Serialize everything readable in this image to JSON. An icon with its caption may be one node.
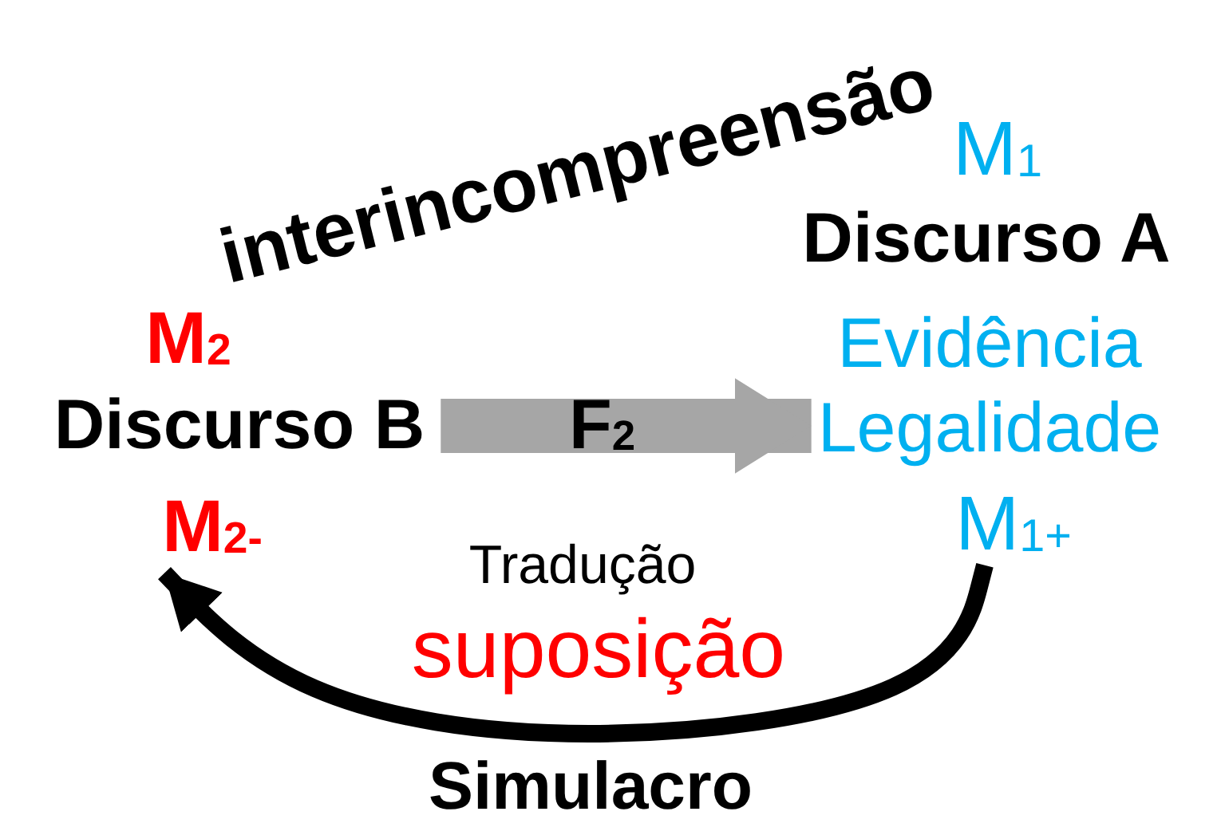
{
  "diagram": {
    "nodes": [
      {
        "text": [
          "M$_{1}$"
        ]
      },
      {
        "text": [
          "Discurso A"
        ]
      },
      {
        "text": [
          "Evidência",
          "Legalidade"
        ]
      },
      {
        "text": [
          "M$_{1+}$"
        ]
      },
      {
        "text": [
          "M$_{2}$"
        ]
      },
      {
        "text": [
          "Discurso B"
        ]
      },
      {
        "text": [
          "M$_{2-}$"
        ]
      }
    ],
    "edges": [
      {
        "from": 5,
        "to": 2,
        "arrow": "to",
        "label": "F$_{2}$",
        "style": "thick",
        "color": "#a6a6a6"
      },
      {
        "from": 3,
        "to": 6,
        "arrow": "to",
        "color": "#000000"
      }
    ],
    "labels": [
      "interincompreensão",
      "Tradução",
      "suposição",
      "Simulacro"
    ]
  }
}
